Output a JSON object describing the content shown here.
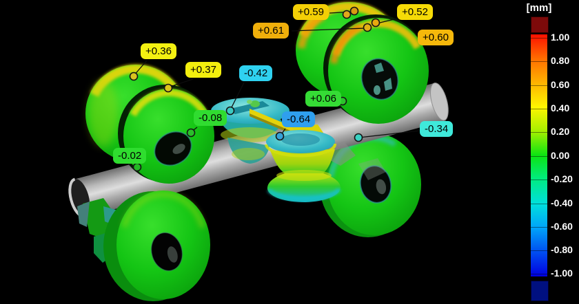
{
  "window": {
    "background_color": "#000000"
  },
  "legend": {
    "title": "[mm]",
    "unit": "mm",
    "ticks": [
      "1.00",
      "0.80",
      "0.60",
      "0.40",
      "0.20",
      "0.00",
      "-0.20",
      "-0.40",
      "-0.60",
      "-0.80",
      "-1.00"
    ],
    "overflow_top_color": "#7d0a0a",
    "overflow_bottom_color": "#001080",
    "gradient_stops": [
      "#fe1000",
      "#ff6d00",
      "#ffb300",
      "#fef600",
      "#a6f000",
      "#0ce412",
      "#00ec84",
      "#00dfdd",
      "#00a3fa",
      "#004df0",
      "#0000e0"
    ]
  },
  "annotations": [
    {
      "label": "+0.36",
      "color": "#f4f111"
    },
    {
      "label": "+0.37",
      "color": "#f3ef0e"
    },
    {
      "label": "-0.42",
      "color": "#2fd2f0"
    },
    {
      "label": "+0.59",
      "color": "#f3cf06"
    },
    {
      "label": "+0.61",
      "color": "#f0af0b"
    },
    {
      "label": "+0.52",
      "color": "#f6db07"
    },
    {
      "label": "+0.60",
      "color": "#f5b80b"
    },
    {
      "label": "+0.06",
      "color": "#35db35"
    },
    {
      "label": "-0.08",
      "color": "#30dc30"
    },
    {
      "label": "-0.64",
      "color": "#2f9fee"
    },
    {
      "label": "-0.34",
      "color": "#3fe9da"
    },
    {
      "label": "-0.02",
      "color": "#2fdd2f"
    }
  ],
  "model": {
    "description": "3D deviation color plot of roller discs on a shaft",
    "surface_colors": {
      "nominal_green": "#14c514",
      "positive_yellow": "#e6d90c",
      "positive_orange": "#ee9406",
      "negative_cyan": "#2fbfc4",
      "negative_blue": "#2f9fee",
      "shaft_gray": "#b9b9b9"
    }
  }
}
